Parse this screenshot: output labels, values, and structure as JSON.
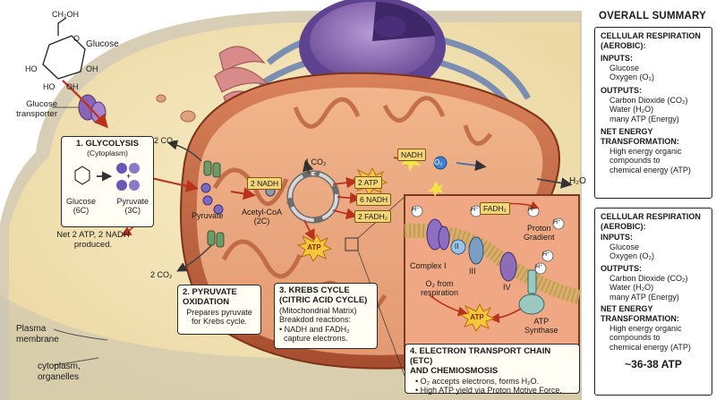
{
  "molecule": {
    "top_group": "CH₂OH",
    "o": "O",
    "oh_left": "HO",
    "oh_right": "OH",
    "oh_b1": "HO",
    "oh_b2": "OH",
    "label": "Glucose"
  },
  "labels": {
    "glucose_transporter": "Glucose\ntransporter",
    "plasma_membrane": "Plasma\nmembrane",
    "cytoplasm": "cytoplasm,\norganelles",
    "co2_top": "2 CO₂",
    "co2_bottom": "2 CO₂",
    "net_glyco": "Net 2 ATP, 2 NADH\nproduced.",
    "pyruvate": "Pyruvate",
    "acetyl": "Acetyl-CoA\n(2C)",
    "krebs_co2": "4 CO₂",
    "h2o": "H₂O",
    "o2": "O₂",
    "complex1": "Complex I",
    "roman2": "II",
    "roman3": "III",
    "roman4": "IV",
    "o2_resp": "O₂ from\nrespiration",
    "proton_gradient": "Proton\nGradient",
    "atp_synthase": "ATP\nSynthase",
    "h_plus": "H⁺"
  },
  "carriers": {
    "nadh_left": "2 NADH",
    "nadh_top": "NADH",
    "nadh_6": "6 NADH",
    "atp_2": "2 ATP",
    "fadh_2": "2 FADH₂",
    "fadh_etc": "FADH₂",
    "atp": "ATP"
  },
  "glycolysis": {
    "title": "1. GLYCOLYSIS",
    "sub": "(Cytoplasm)",
    "glucose": "Glucose\n(6C)",
    "pyruvate": "Pyruvate\n(3C)",
    "plus": "+"
  },
  "pyruvate_ox": {
    "title": "2. PYRUVATE\nOXIDATION",
    "body": "Prepares pyruvate\nfor Krebs cycle."
  },
  "krebs": {
    "title": "3. KREBS CYCLE\n(CITRIC ACID CYCLE)",
    "sub": "(Mitochondrial Matrix)\nBreakdod reactions:",
    "bullet": "• NADH and FADH₂\n  capture electrons."
  },
  "etc": {
    "title": "4. ELECTRON TRANSPORT CHAIN (ETC)\nAND CHEMIOSMOSIS",
    "b1": "• O₂ accepts electrons, forms H₂O.",
    "b2": "• High ATP yield via Proton Motive Force."
  },
  "summary": {
    "title": "OVERALL SUMMARY",
    "box1": {
      "head": "CELLULAR RESPIRATION\n(AEROBIC):",
      "inputs_h": "INPUTS:",
      "inputs": [
        "Glucose",
        "Oxygen (O₂)"
      ],
      "outputs_h": "OUTPUTS:",
      "outputs": [
        "Carbon Dioxide (CO₂)",
        "Water (H₂O)",
        "many ATP (Energy)"
      ],
      "net_h": "NET ENERGY\nTRANSFORMATION:",
      "net": "High energy organic\ncompounds to\nchemical energy (ATP)"
    },
    "box2": {
      "head": "CELLULAR RESPIRATION\n(AEROBIC):",
      "inputs_h": "INPUTS:",
      "inputs": [
        "Glucose",
        "Oxygen (O₂)"
      ],
      "outputs_h": "OUTPUTS:",
      "outputs": [
        "Carbon Dioxide (CO₂)",
        "Water (H₂O)",
        "many ATP (Energy)"
      ],
      "net_h": "NET ENERGY\nTRANSFORMATION:",
      "net": "High energy organic\ncompounds to\nchemical energy (ATP)",
      "atp_total": "~36-38 ATP"
    }
  },
  "colors": {
    "cytoplasm": "#f3e4b8",
    "cell_edge": "#d9cfb9",
    "mito_outer": "#c96a45",
    "mito_matrix": "#e8a27a",
    "nucleus": "#8d6fb3",
    "er": "#6e86b0",
    "atp_burst": "#f4c83a"
  }
}
